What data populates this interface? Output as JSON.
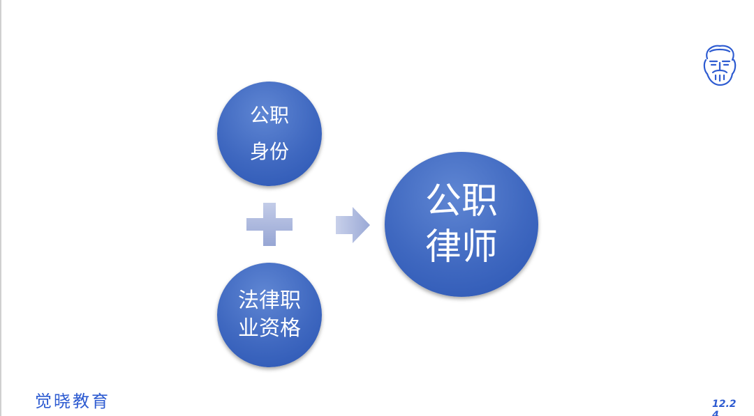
{
  "diagram": {
    "identity_circle": {
      "line1": "公职",
      "line2": "身份"
    },
    "qualification_circle": {
      "line1": "法律职",
      "line2": "业资格"
    },
    "result_circle": {
      "line1": "公职",
      "line2": "律师"
    },
    "operator_icon": "plus-icon",
    "result_icon": "arrow-right-icon"
  },
  "footer": {
    "brand": "觉晓教育",
    "page_number": "12.2\n4"
  },
  "logo_icon": "teacher-face-icon",
  "colors": {
    "circle": "#3f68c0",
    "brand_text": "#2d5bd1",
    "operator": "#a9b6dd"
  }
}
